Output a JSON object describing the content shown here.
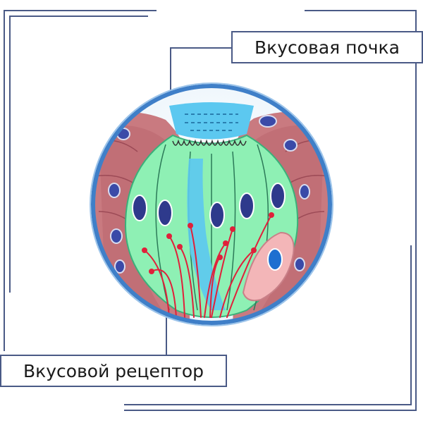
{
  "labels": {
    "taste_bud": "Вкусовая почка",
    "taste_receptor": "Вкусовой рецептор"
  },
  "colors": {
    "frame_line": "#4a5a86",
    "circle_border": "#3f7fc8",
    "epithelium": "#c97a80",
    "epithelium_dark": "#a85a64",
    "cell_fill": "#8ef0b4",
    "pore_fluid": "#5cc8f0",
    "nucleus": "#2e3a8c",
    "nerve": "#e0203a",
    "pink_cell": "#f3b6b8"
  },
  "icons": {
    "diagram": "taste-bud-cross-section"
  }
}
